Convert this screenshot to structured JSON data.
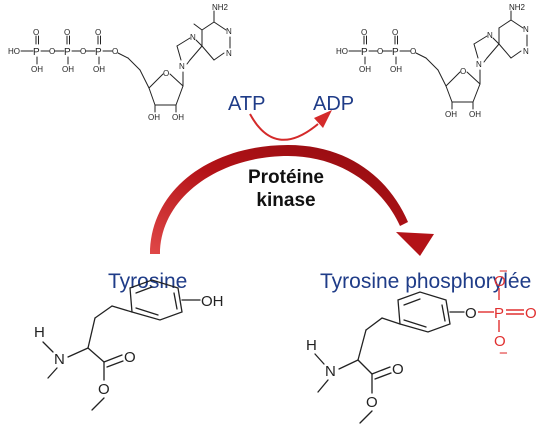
{
  "atp_molecule": {
    "amine": "NH2",
    "ring_n": "N",
    "ho": "HO",
    "p": "P",
    "o": "O",
    "oh": "OH"
  },
  "adp_molecule": {
    "amine": "NH2",
    "ring_n": "N",
    "ho": "HO",
    "p": "P",
    "o": "O",
    "oh": "OH"
  },
  "cofactor": {
    "in_label": "ATP",
    "out_label": "ADP"
  },
  "enzyme": {
    "line1": "Protéine",
    "line2": "kinase"
  },
  "substrate": {
    "label": "Tyrosine",
    "h": "H",
    "n": "N",
    "o": "O",
    "oh": "OH"
  },
  "product": {
    "label": "Tyrosine phosphorylée",
    "h": "H",
    "n": "N",
    "o": "O",
    "p": "P",
    "minus": "−"
  },
  "colors": {
    "main_arrow": "#b31217",
    "small_arrow": "#d42a2a",
    "label_blue": "#1f3c88",
    "phosphate_red": "#e03030"
  }
}
